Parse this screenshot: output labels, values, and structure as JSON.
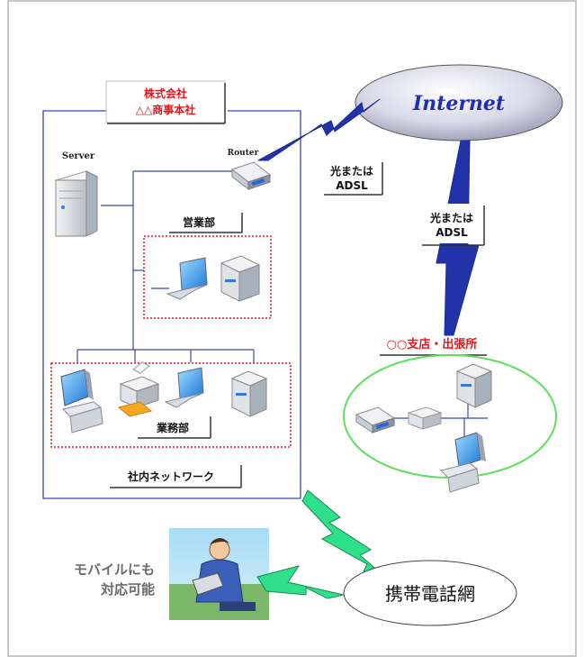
{
  "hq": {
    "title_line1": "株式会社",
    "title_line2": "△△商事本社",
    "server_label": "Server",
    "router_label": "Router",
    "sales_dept_label": "営業部",
    "ops_dept_label": "業務部",
    "network_label": "社内ネットワーク"
  },
  "internet": {
    "label": "Internet"
  },
  "links": {
    "hq_line1": "光または",
    "hq_line2": "ADSL",
    "branch_line1": "光または",
    "branch_line2": "ADSL"
  },
  "branch": {
    "title": "○○支店・出張所"
  },
  "mobile": {
    "caption_line1": "モバイルにも",
    "caption_line2": "対応可能",
    "network_label": "携帯電話網"
  },
  "colors": {
    "accent_red": "#e8141b",
    "link_blue": "#1f2fb5",
    "line_blue": "#3a46b0",
    "branch_green": "#5ee05e",
    "mobile_green": "#2fe08a",
    "caption_gray": "#6b6b6b"
  }
}
